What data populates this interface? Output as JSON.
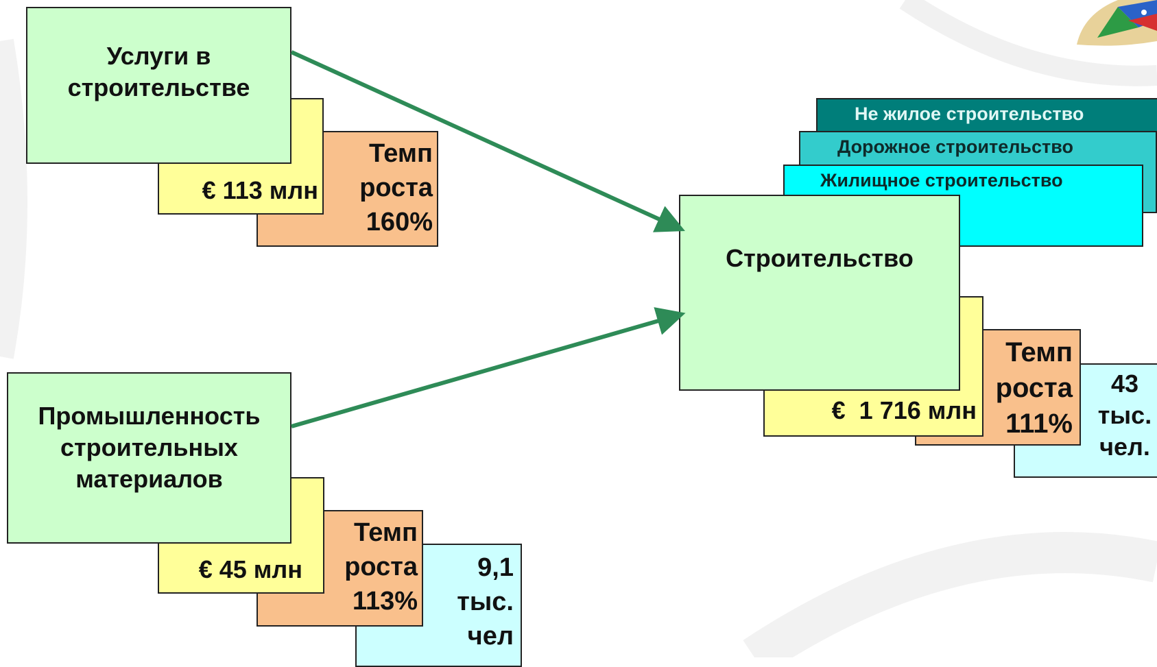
{
  "left_top": {
    "title": "Услуги в строительстве",
    "value": "€ 113 млн",
    "growth": "Темп роста 160%"
  },
  "left_bottom": {
    "title": "Промышленность строительных материалов",
    "value": "€ 45 млн",
    "growth": "Темп роста 113%",
    "employment": "9,1 тыс. чел"
  },
  "right": {
    "title": "Строительство",
    "value": "€  1 716 млн",
    "growth": "Темп роста 111%",
    "employment": "43 тыс. чел.",
    "sectors": {
      "non_residential": "Не жилое строительство",
      "road": "Дорожное строительство",
      "housing": "Жилищное строительство"
    }
  },
  "colors": {
    "box_green": "#ccffcc",
    "box_yellow": "#ffff99",
    "box_orange": "#f9c08c",
    "box_light_cyan": "#ccffff",
    "arrow": "#2e8b57",
    "sector_teal": "#007e7a",
    "sector_midcyan": "#33cccc",
    "sector_cyan": "#00ffff"
  }
}
